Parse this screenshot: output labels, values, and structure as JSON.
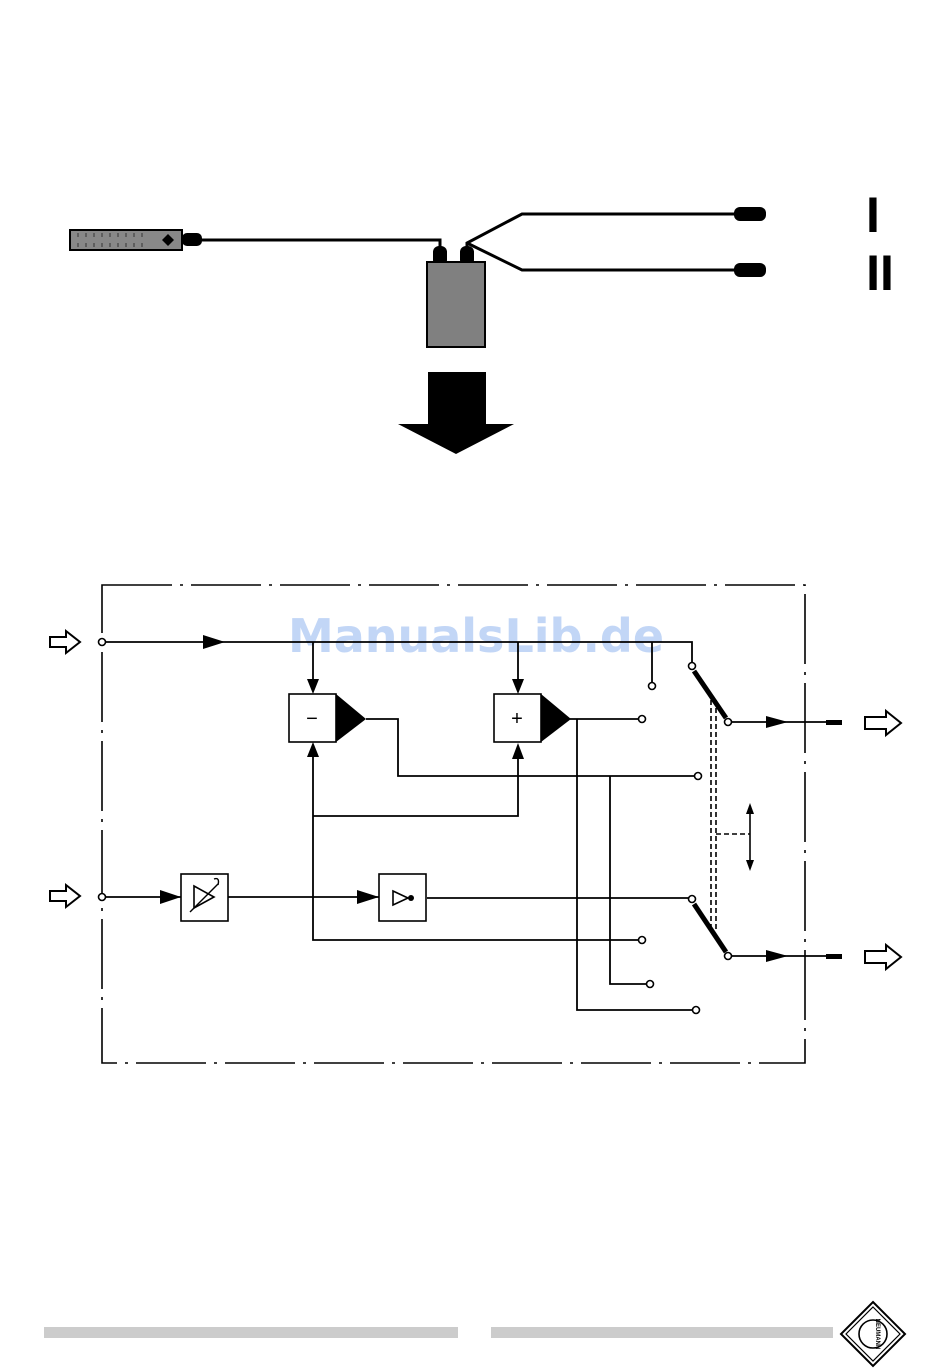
{
  "output_labels": {
    "output_1": "I",
    "output_2": "II"
  },
  "watermark": {
    "text": "ManualsLib.de"
  },
  "circuit": {
    "minus_sign": "−",
    "plus_sign": "+"
  },
  "logo": {
    "text": "NEUMANN"
  },
  "colors": {
    "ink": "#000000",
    "body_gray": "#808080",
    "mic_gray": "#888888",
    "watermark_blue": "#b8cff5",
    "footer_bar": "#cccccc"
  },
  "icons": [
    "microphone-icon",
    "splitter-box-icon",
    "down-arrow-icon",
    "input-arrow-icon",
    "output-arrow-icon",
    "neumann-logo-icon"
  ]
}
